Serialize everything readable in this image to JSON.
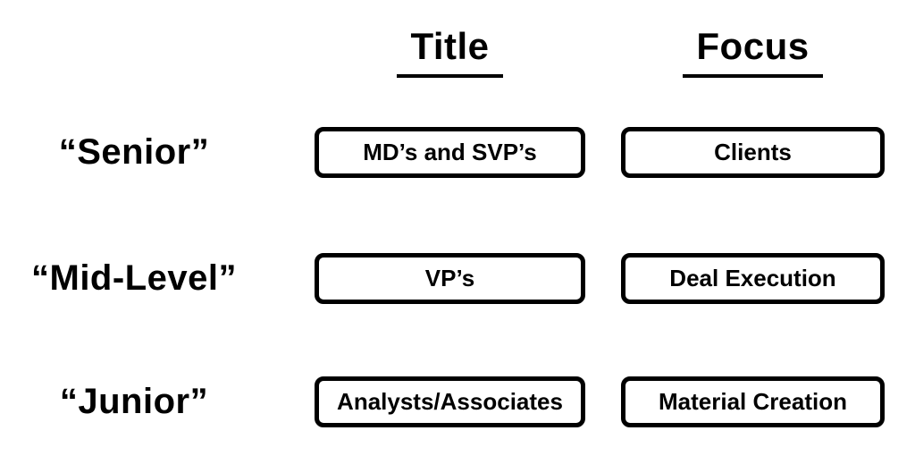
{
  "colors": {
    "ink": "#000000",
    "background": "#ffffff"
  },
  "columns": [
    {
      "id": "title",
      "label": "Title"
    },
    {
      "id": "focus",
      "label": "Focus"
    }
  ],
  "rows": [
    {
      "label": "“Senior”",
      "cells": [
        {
          "column": "title",
          "text": "MD’s and SVP’s"
        },
        {
          "column": "focus",
          "text": "Clients"
        }
      ]
    },
    {
      "label": "“Mid-Level”",
      "cells": [
        {
          "column": "title",
          "text": "VP’s"
        },
        {
          "column": "focus",
          "text": "Deal Execution"
        }
      ]
    },
    {
      "label": "“Junior”",
      "cells": [
        {
          "column": "title",
          "text": "Analysts/Associates"
        },
        {
          "column": "focus",
          "text": "Material Creation"
        }
      ]
    }
  ]
}
